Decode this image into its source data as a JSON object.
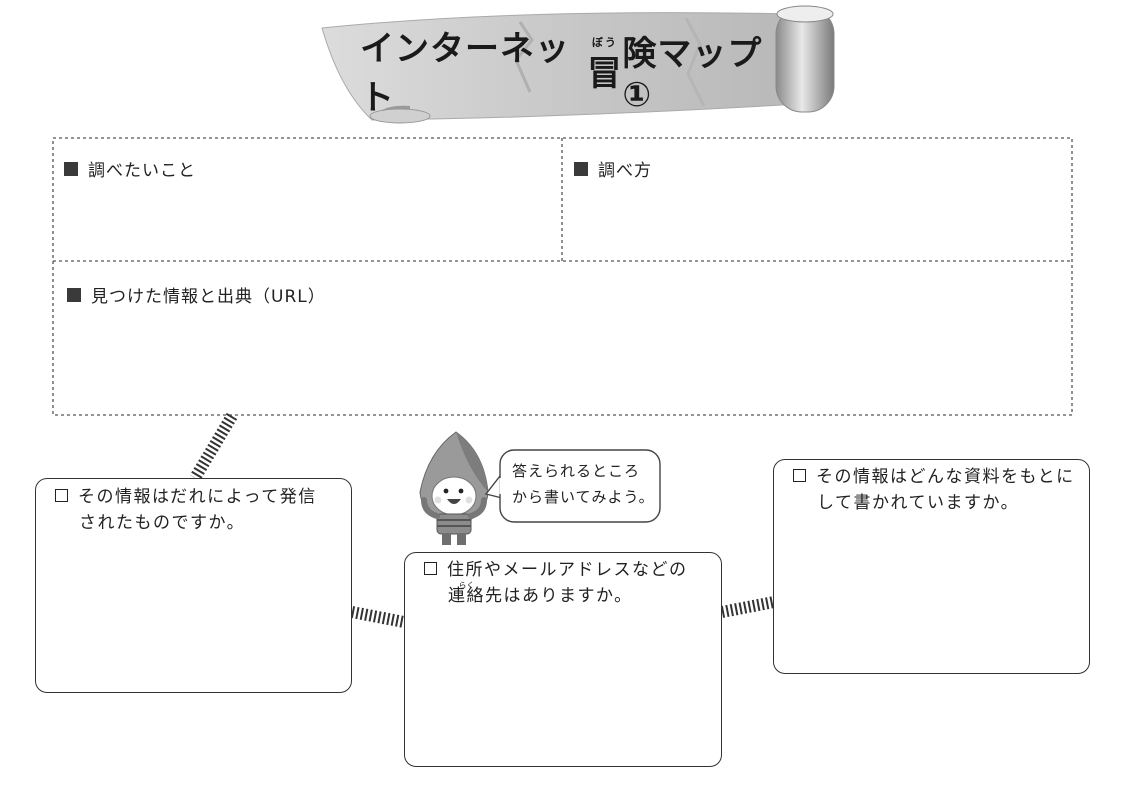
{
  "header": {
    "title_before": "インターネット",
    "title_ruby_base": "冒",
    "title_ruby": "ぼう",
    "title_after": "険マップ①"
  },
  "fields": {
    "topic_label": "調べたいこと",
    "method_label": "調べ方",
    "found_label": "見つけた情報と出典（URL）"
  },
  "questions": {
    "sender": {
      "line1": "その情報はだれによって発信",
      "line2": "されたものですか。"
    },
    "contact": {
      "line1": "住所やメールアドレスなどの",
      "line2_ruby_base": "連絡",
      "line2_ruby": "らく",
      "line2_rest": "先はありますか。"
    },
    "source": {
      "line1": "その情報はどんな資料をもとに",
      "line2": "して書かれていますか。"
    }
  },
  "mascot": {
    "speech_line1": "答えられるところ",
    "speech_line2": "から書いてみよう。"
  }
}
